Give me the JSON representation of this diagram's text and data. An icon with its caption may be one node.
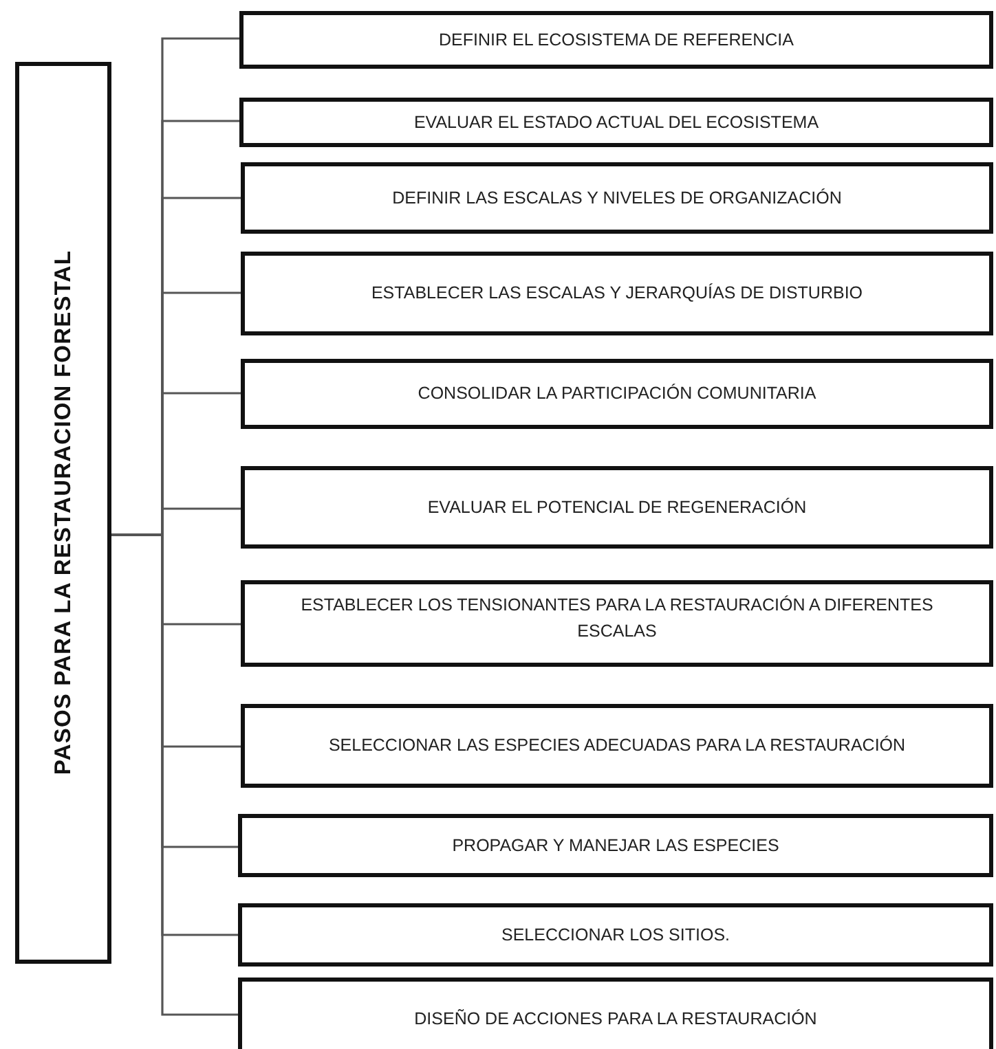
{
  "diagram": {
    "nodes": [
      {
        "text": [
          "PASOS PARA LA RESTAURACION FORESTAL"
        ]
      },
      {
        "text": [
          "DEFINIR EL ECOSISTEMA DE REFERENCIA"
        ]
      },
      {
        "text": [
          "EVALUAR EL ESTADO ACTUAL DEL ECOSISTEMA"
        ]
      },
      {
        "text": [
          "DEFINIR LAS ESCALAS Y NIVELES DE ORGANIZACIÓN"
        ]
      },
      {
        "text": [
          "ESTABLECER LAS ESCALAS Y JERARQUÍAS DE DISTURBIO"
        ]
      },
      {
        "text": [
          "CONSOLIDAR LA PARTICIPACIÓN COMUNITARIA"
        ]
      },
      {
        "text": [
          "EVALUAR EL POTENCIAL DE REGENERACIÓN"
        ]
      },
      {
        "text": [
          "ESTABLECER LOS TENSIONANTES PARA LA RESTAURACIÓN A DIFERENTES ESCALAS"
        ]
      },
      {
        "text": [
          "SELECCIONAR LAS ESPECIES ADECUADAS PARA LA RESTAURACIÓN"
        ]
      },
      {
        "text": [
          "PROPAGAR Y MANEJAR LAS ESPECIES"
        ]
      },
      {
        "text": [
          "SELECCIONAR LOS SITIOS."
        ]
      },
      {
        "text": [
          "DISEÑO DE ACCIONES PARA LA RESTAURACIÓN"
        ]
      }
    ],
    "edges": [
      {
        "from": 0,
        "to": 1,
        "arrow": "none"
      },
      {
        "from": 0,
        "to": 2,
        "arrow": "none"
      },
      {
        "from": 0,
        "to": 3,
        "arrow": "none"
      },
      {
        "from": 0,
        "to": 4,
        "arrow": "none"
      },
      {
        "from": 0,
        "to": 5,
        "arrow": "none"
      },
      {
        "from": 0,
        "to": 6,
        "arrow": "none"
      },
      {
        "from": 0,
        "to": 7,
        "arrow": "none"
      },
      {
        "from": 0,
        "to": 8,
        "arrow": "none"
      },
      {
        "from": 0,
        "to": 9,
        "arrow": "none"
      },
      {
        "from": 0,
        "to": 10,
        "arrow": "none"
      },
      {
        "from": 0,
        "to": 11,
        "arrow": "none"
      }
    ]
  }
}
